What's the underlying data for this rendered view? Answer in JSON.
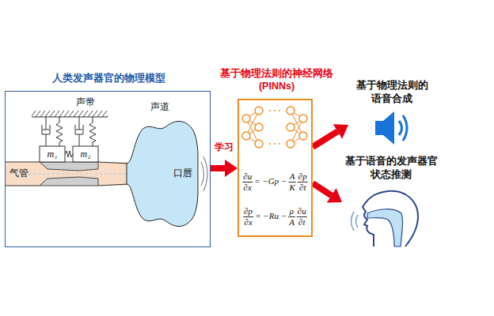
{
  "diagram": {
    "nodes": [
      {
        "text": [
          "人类发声器官的物理模型"
        ]
      },
      {
        "text": [
          "基于物理法则的神经网络 (PINNs)"
        ]
      },
      {
        "text": [
          "基于物理法则的语音合成"
        ]
      },
      {
        "text": [
          "基于语音的发声器官状态推测"
        ]
      }
    ],
    "edges": [
      {
        "from": 0,
        "to": 1,
        "arrow": "to",
        "label": "学习"
      },
      {
        "from": 1,
        "to": 2,
        "arrow": "to"
      },
      {
        "from": 1,
        "to": 3,
        "arrow": "to"
      }
    ],
    "labels": [
      "声带",
      "声道",
      "气管",
      "m₁",
      "m₂",
      "口唇",
      "∂u",
      "∂x",
      "= −Gp −",
      "A",
      "K",
      "∂p",
      "∂t",
      "∂p",
      "∂x",
      "= −Ru −",
      "ρ",
      "A",
      "∂u",
      "∂t"
    ]
  }
}
